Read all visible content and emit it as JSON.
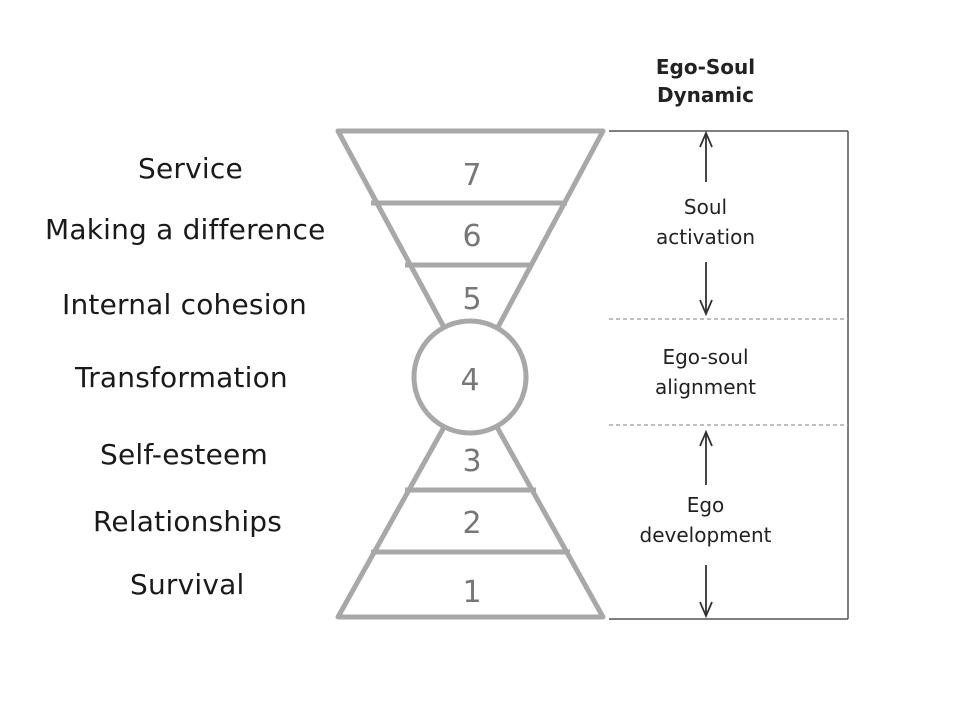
{
  "levels": [
    {
      "number": "7",
      "label": "Service"
    },
    {
      "number": "6",
      "label": "Making a difference"
    },
    {
      "number": "5",
      "label": "Internal cohesion"
    },
    {
      "number": "4",
      "label": "Transformation"
    },
    {
      "number": "3",
      "label": "Self-esteem"
    },
    {
      "number": "2",
      "label": "Relationships"
    },
    {
      "number": "1",
      "label": "Survival"
    }
  ],
  "dynamic": {
    "title": "Ego-Soul\nDynamic",
    "soul_activation": "Soul\nactivation",
    "alignment": "Ego-soul\nalignment",
    "ego_development": "Ego\ndevelopment"
  },
  "colors": {
    "shape_stroke": "#a8a8a8",
    "number_text": "#777777",
    "line": "#555555"
  }
}
